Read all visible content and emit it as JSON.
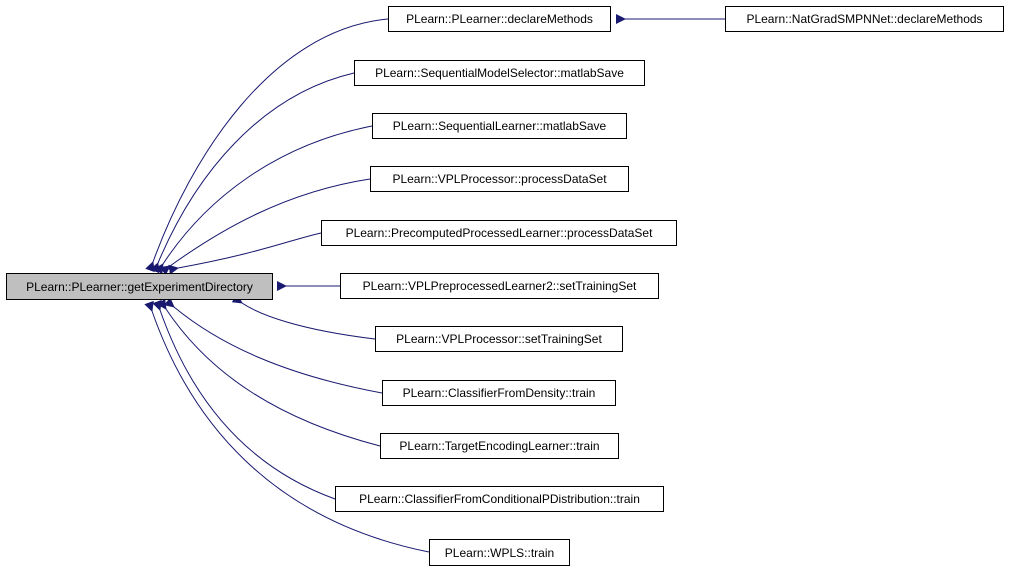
{
  "colors": {
    "edge": "#191970",
    "focus_fill": "#bfbfbf",
    "node_border": "#000000",
    "node_fill": "#ffffff"
  },
  "graph": {
    "focus_node": {
      "id": "getExperimentDirectory",
      "label": "PLearn::PLearner::getExperimentDirectory"
    },
    "nodes": [
      {
        "id": "declareMethods",
        "label": "PLearn::PLearner::declareMethods"
      },
      {
        "id": "natgrad",
        "label": "PLearn::NatGradSMPNNet::declareMethods"
      },
      {
        "id": "smsMatlab",
        "label": "PLearn::SequentialModelSelector::matlabSave"
      },
      {
        "id": "slMatlab",
        "label": "PLearn::SequentialLearner::matlabSave"
      },
      {
        "id": "vplProcess",
        "label": "PLearn::VPLProcessor::processDataSet"
      },
      {
        "id": "pplProcess",
        "label": "PLearn::PrecomputedProcessedLearner::processDataSet"
      },
      {
        "id": "vplpl2",
        "label": "PLearn::VPLPreprocessedLearner2::setTrainingSet"
      },
      {
        "id": "vplSetTS",
        "label": "PLearn::VPLProcessor::setTrainingSet"
      },
      {
        "id": "cfdTrain",
        "label": "PLearn::ClassifierFromDensity::train"
      },
      {
        "id": "telTrain",
        "label": "PLearn::TargetEncodingLearner::train"
      },
      {
        "id": "cfcpdTrain",
        "label": "PLearn::ClassifierFromConditionalPDistribution::train"
      },
      {
        "id": "wplsTrain",
        "label": "PLearn::WPLS::train"
      }
    ],
    "edges": [
      {
        "from": "declareMethods",
        "to": "getExperimentDirectory"
      },
      {
        "from": "natgrad",
        "to": "declareMethods"
      },
      {
        "from": "smsMatlab",
        "to": "getExperimentDirectory"
      },
      {
        "from": "slMatlab",
        "to": "getExperimentDirectory"
      },
      {
        "from": "vplProcess",
        "to": "getExperimentDirectory"
      },
      {
        "from": "pplProcess",
        "to": "getExperimentDirectory"
      },
      {
        "from": "vplpl2",
        "to": "getExperimentDirectory"
      },
      {
        "from": "vplSetTS",
        "to": "getExperimentDirectory"
      },
      {
        "from": "cfdTrain",
        "to": "getExperimentDirectory"
      },
      {
        "from": "telTrain",
        "to": "getExperimentDirectory"
      },
      {
        "from": "cfcpdTrain",
        "to": "getExperimentDirectory"
      },
      {
        "from": "wplsTrain",
        "to": "getExperimentDirectory"
      }
    ]
  }
}
